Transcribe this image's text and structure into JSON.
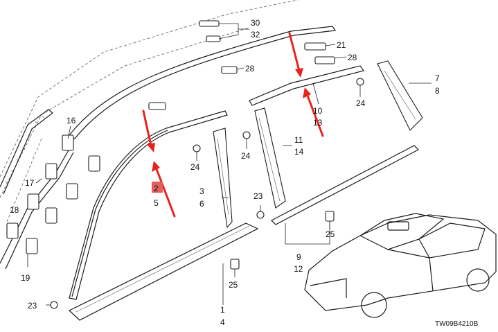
{
  "diagram": {
    "callouts": {
      "c30": "30",
      "c32": "32",
      "c21": "21",
      "c28a": "28",
      "c28b": "28",
      "c7": "7",
      "c8": "8",
      "c10": "10",
      "c13": "13",
      "c24a": "24",
      "c16": "16",
      "c11": "11",
      "c14": "14",
      "c24b": "24",
      "c24c": "24",
      "c2": "2",
      "c5": "5",
      "c3": "3",
      "c6": "6",
      "c17": "17",
      "c18": "18",
      "c23a": "23",
      "c25a": "25",
      "c9": "9",
      "c12": "12",
      "c19": "19",
      "c25b": "25",
      "c23b": "23",
      "c1": "1",
      "c4": "4"
    },
    "figure_code": "TW09B4210B",
    "colors": {
      "highlight_arrow": "#e8231e",
      "line": "#1a1a1a",
      "callout_box": "#e06060"
    }
  }
}
